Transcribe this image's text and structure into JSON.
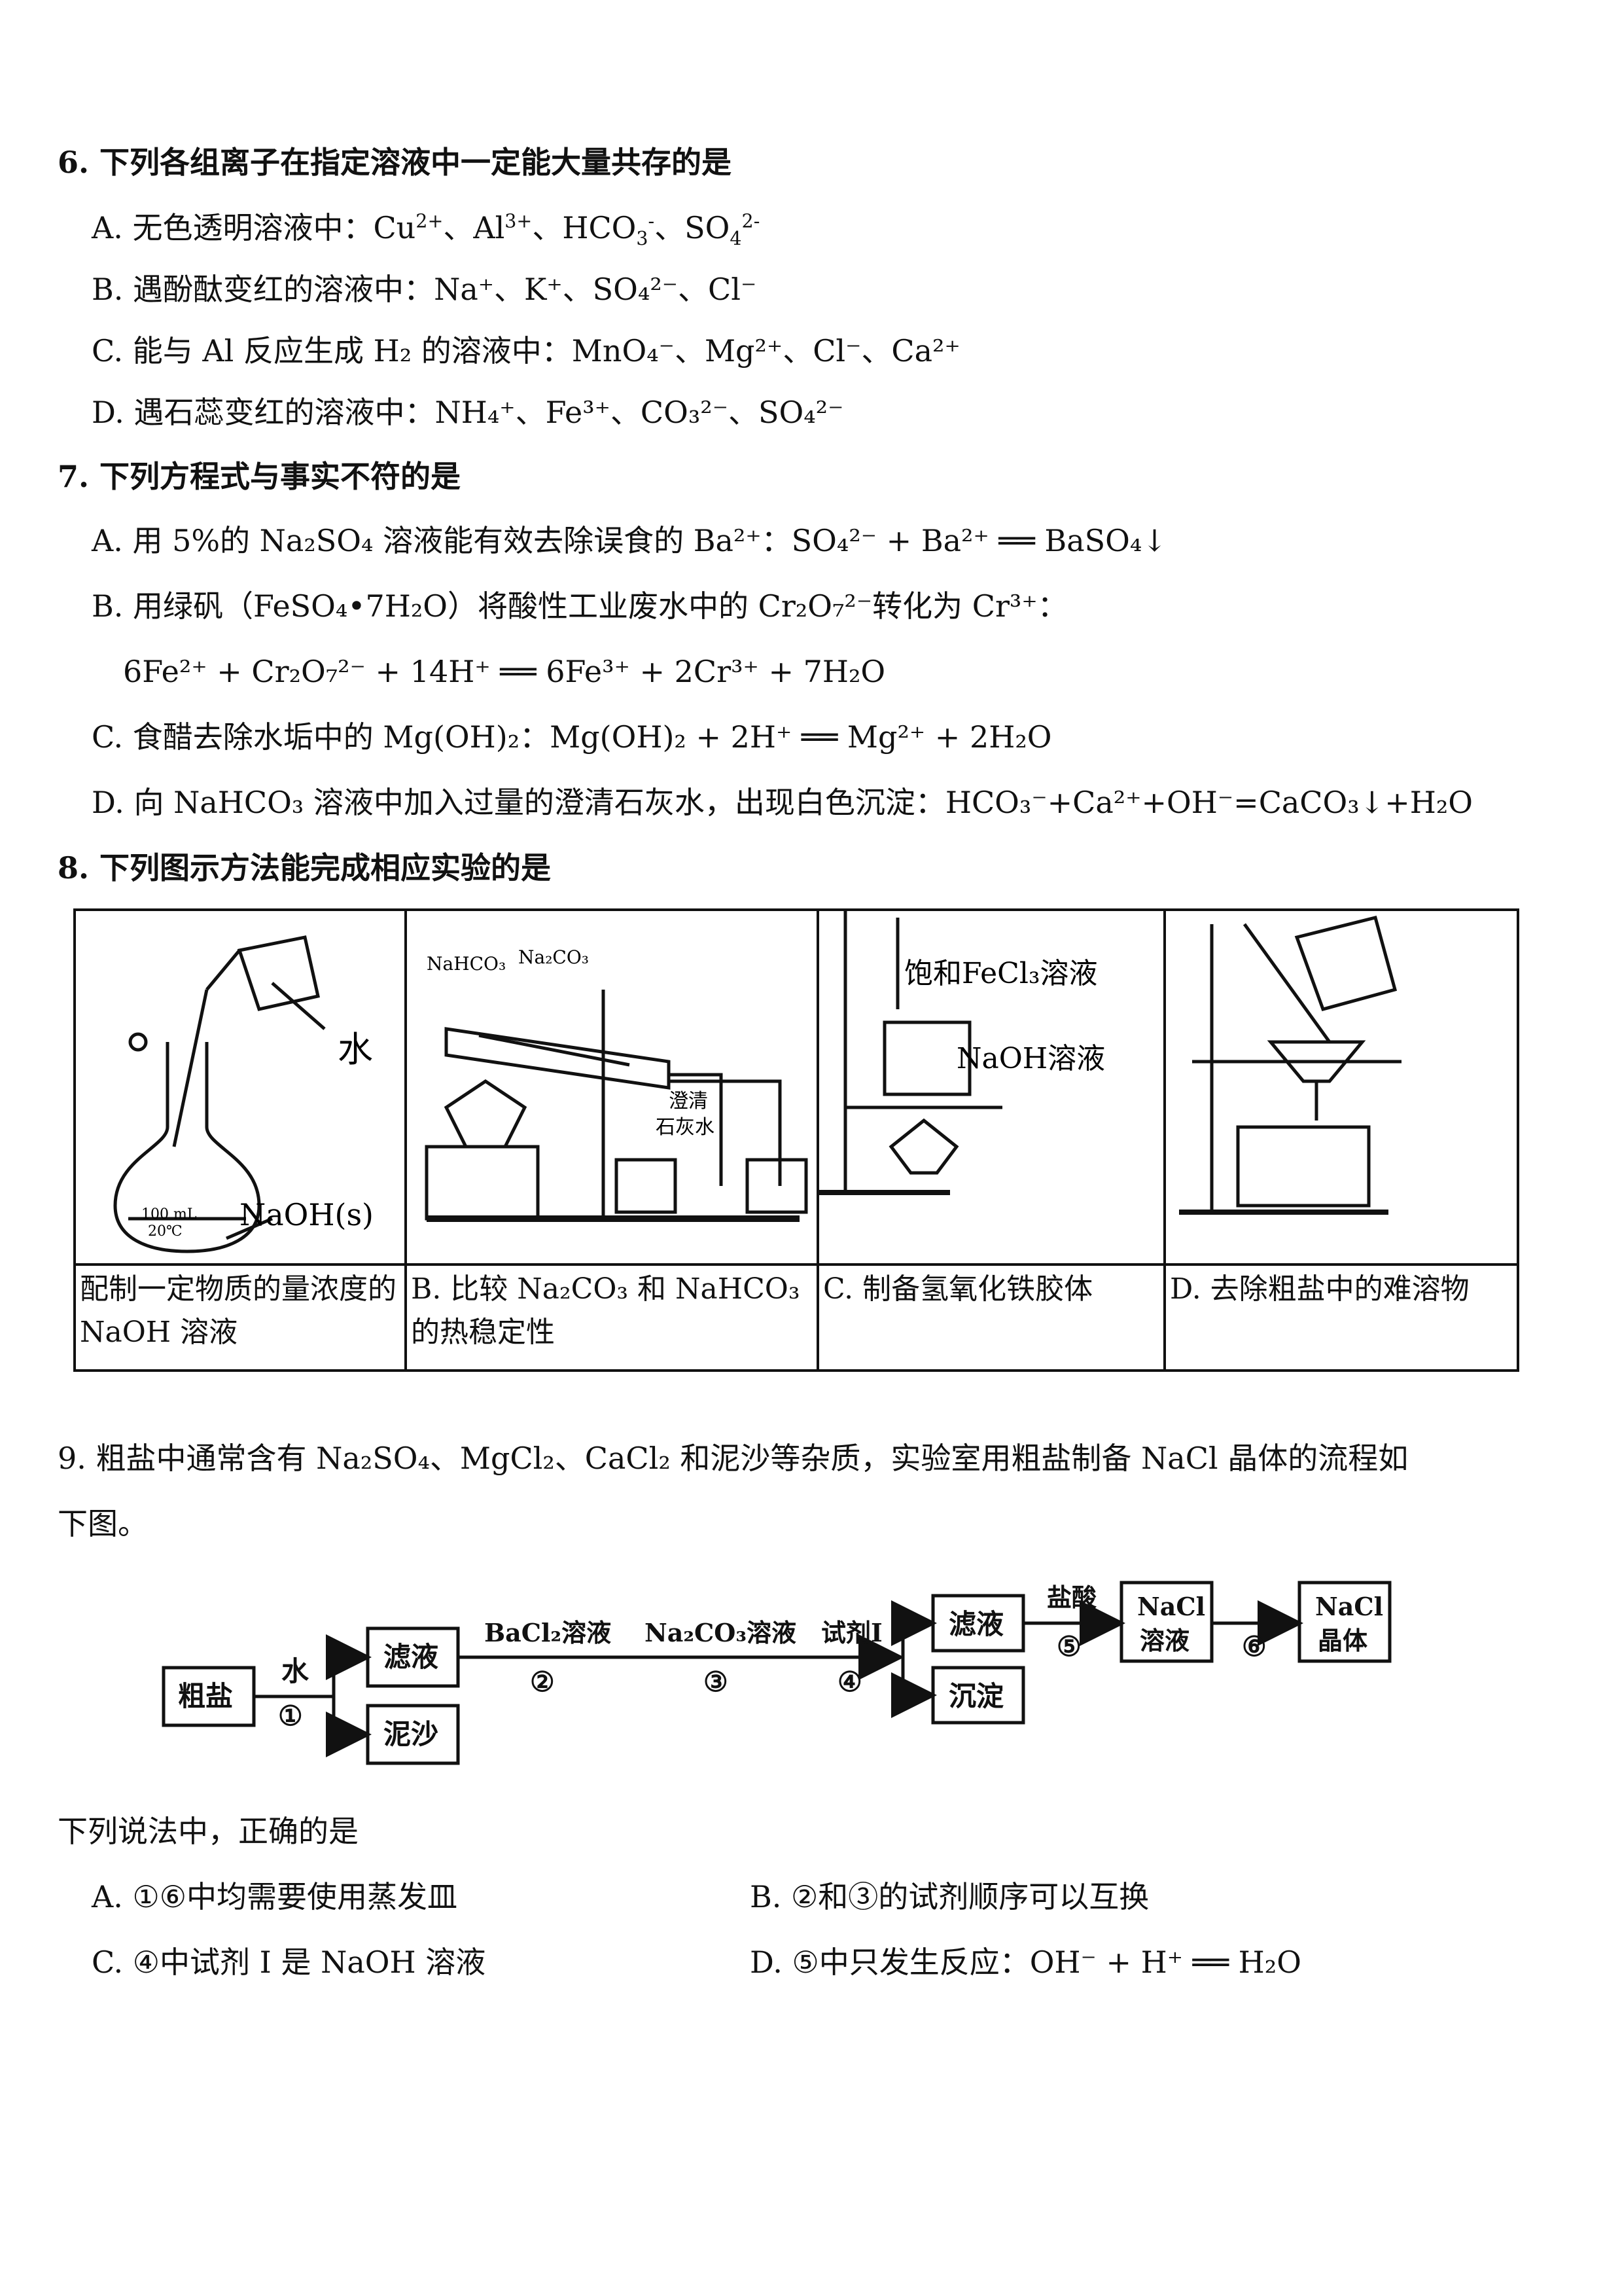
{
  "q6": {
    "stem": "6. 下列各组离子在指定溶液中一定能大量共存的是",
    "A": {
      "label": "A. 无色透明溶液中：",
      "ions": [
        "Cu",
        "2+",
        "Al",
        "3+",
        "HCO",
        "3",
        "-",
        "SO",
        "4",
        "2-"
      ]
    },
    "B": {
      "label": "B. 遇酚酞变红的溶液中：",
      "text": "Na⁺、K⁺、SO₄²⁻、Cl⁻"
    },
    "C": {
      "label": "C. 能与 Al 反应生成 H₂ 的溶液中：",
      "text": "MnO₄⁻、Mg²⁺、Cl⁻、Ca²⁺"
    },
    "D": {
      "label": "D. 遇石蕊变红的溶液中：",
      "text": "NH₄⁺、Fe³⁺、CO₃²⁻、SO₄²⁻"
    }
  },
  "q7": {
    "stem": "7. 下列方程式与事实不符的是",
    "A": "A. 用 5%的 Na₂SO₄ 溶液能有效去除误食的 Ba²⁺：SO₄²⁻ + Ba²⁺ ══ BaSO₄↓",
    "B1": "B. 用绿矾（FeSO₄•7H₂O）将酸性工业废水中的 Cr₂O₇²⁻转化为 Cr³⁺：",
    "B2": "6Fe²⁺ + Cr₂O₇²⁻ + 14H⁺ ══ 6Fe³⁺ + 2Cr³⁺ + 7H₂O",
    "C": "C. 食醋去除水垢中的 Mg(OH)₂：Mg(OH)₂ + 2H⁺ ══ Mg²⁺ + 2H₂O",
    "D": "D. 向 NaHCO₃ 溶液中加入过量的澄清石灰水，出现白色沉淀：HCO₃⁻+Ca²⁺+OH⁻=CaCO₃↓+H₂O"
  },
  "q8": {
    "stem": "8. 下列图示方法能完成相应实验的是",
    "a": {
      "caption": "配制一定物质的量浓度的 NaOH 溶液",
      "water": "水",
      "naoh": "NaOH(s)",
      "flask1": "100 mL",
      "flask2": "20℃"
    },
    "b": {
      "caption": "B. 比较 Na₂CO₃ 和 NaHCO₃ 的热稳定性",
      "nahco3": "NaHCO₃",
      "na2co3": "Na₂CO₃",
      "lime1": "澄清",
      "lime2": "石灰水"
    },
    "c": {
      "caption": "C. 制备氢氧化铁胶体",
      "fecl3": "饱和FeCl₃溶液",
      "naoh": "NaOH溶液"
    },
    "d": {
      "caption": "D. 去除粗盐中的难溶物"
    }
  },
  "q9": {
    "stem1": "9. 粗盐中通常含有 Na₂SO₄、MgCl₂、CaCl₂ 和泥沙等杂质，实验室用粗盐制备 NaCl 晶体的流程如",
    "stem2": "下图。",
    "flow": {
      "crude": "粗盐",
      "water": "水",
      "s1": "①",
      "filtrate1": "滤液",
      "sand": "泥沙",
      "bacl2": "BaCl₂溶液",
      "s2": "②",
      "na2co3": "Na₂CO₃溶液",
      "s3": "③",
      "reagent": "试剂I",
      "s4": "④",
      "filtrate2": "滤液",
      "precip": "沉淀",
      "hcl": "盐酸",
      "s5": "⑤",
      "nacl_sol1": "NaCl",
      "nacl_sol2": "溶液",
      "s6": "⑥",
      "nacl_cry1": "NaCl",
      "nacl_cry2": "晶体"
    },
    "question": "下列说法中，正确的是",
    "A": "A. ①⑥中均需要使用蒸发皿",
    "B": "B. ②和③的试剂顺序可以互换",
    "C": "C. ④中试剂 I 是 NaOH 溶液",
    "D": "D. ⑤中只发生反应：OH⁻ + H⁺ ══ H₂O"
  }
}
